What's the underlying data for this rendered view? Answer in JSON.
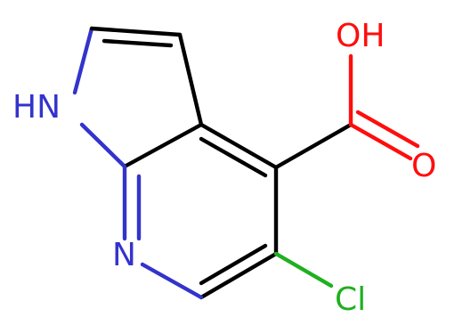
{
  "atoms": {
    "nh": "HN",
    "n_pyridine": "N",
    "oh": "OH",
    "o_carbonyl": "O",
    "cl": "Cl"
  },
  "colors": {
    "carbon": "#000000",
    "nitrogen": "#3333cc",
    "oxygen": "#ff0d0d",
    "chlorine": "#1fb01f"
  }
}
